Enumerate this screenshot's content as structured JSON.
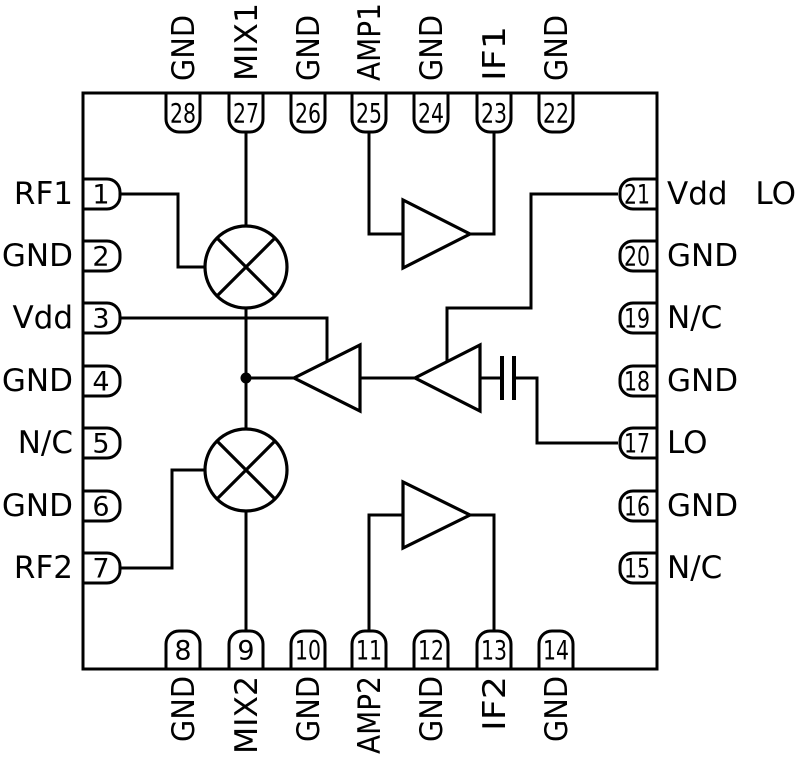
{
  "diagram": {
    "type": "ic-pinout-schematic",
    "colors": {
      "line": "#000000",
      "background": "#ffffff"
    },
    "pins": {
      "top": [
        {
          "number": "28",
          "label": "GND"
        },
        {
          "number": "27",
          "label": "MIX1"
        },
        {
          "number": "26",
          "label": "GND"
        },
        {
          "number": "25",
          "label": "AMP1"
        },
        {
          "number": "24",
          "label": "GND"
        },
        {
          "number": "23",
          "label": "IF1"
        },
        {
          "number": "22",
          "label": "GND"
        }
      ],
      "bottom": [
        {
          "number": "8",
          "label": "GND"
        },
        {
          "number": "9",
          "label": "MIX2"
        },
        {
          "number": "10",
          "label": "GND"
        },
        {
          "number": "11",
          "label": "AMP2"
        },
        {
          "number": "12",
          "label": "GND"
        },
        {
          "number": "13",
          "label": "IF2"
        },
        {
          "number": "14",
          "label": "GND"
        }
      ],
      "left": [
        {
          "number": "1",
          "label": "RF1"
        },
        {
          "number": "2",
          "label": "GND"
        },
        {
          "number": "3",
          "label": "Vdd"
        },
        {
          "number": "4",
          "label": "GND"
        },
        {
          "number": "5",
          "label": "N/C"
        },
        {
          "number": "6",
          "label": "GND"
        },
        {
          "number": "7",
          "label": "RF2"
        }
      ],
      "right": [
        {
          "number": "21",
          "label": "Vdd LO"
        },
        {
          "number": "20",
          "label": "GND"
        },
        {
          "number": "19",
          "label": "N/C"
        },
        {
          "number": "18",
          "label": "GND"
        },
        {
          "number": "17",
          "label": "LO"
        },
        {
          "number": "16",
          "label": "GND"
        },
        {
          "number": "15",
          "label": "N/C"
        }
      ]
    }
  }
}
